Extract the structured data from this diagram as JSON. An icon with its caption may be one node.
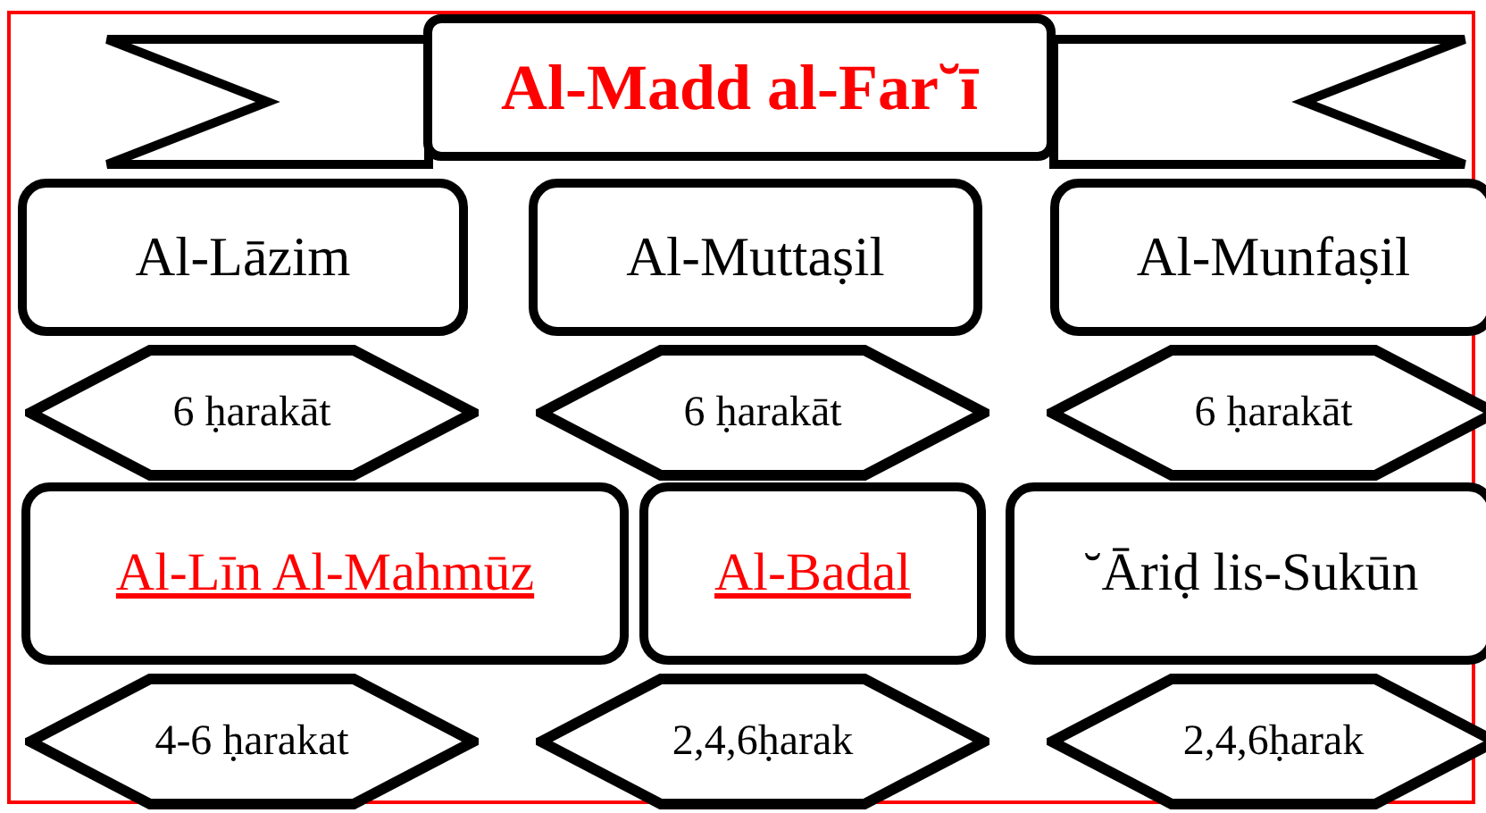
{
  "diagram": {
    "nodes": [
      {
        "text": [
          "Al-Madd al-Far˘ī"
        ]
      },
      {
        "text": [
          "Al-Lāzim"
        ]
      },
      {
        "text": [
          "Al-Muttaṣil"
        ]
      },
      {
        "text": [
          "Al-Munfaṣil"
        ]
      },
      {
        "text": [
          "6 ḥarakāt"
        ]
      },
      {
        "text": [
          "6 ḥarakāt"
        ]
      },
      {
        "text": [
          "6 ḥarakāt"
        ]
      },
      {
        "text": [
          "Al-Līn Al-Mahmūz"
        ]
      },
      {
        "text": [
          "Al-Badal"
        ]
      },
      {
        "text": [
          "˘Āriḍ lis-Sukūn"
        ]
      },
      {
        "text": [
          "4-6 ḥarakat"
        ]
      },
      {
        "text": [
          "2,4,6ḥarak"
        ]
      },
      {
        "text": [
          "2,4,6ḥarak"
        ]
      }
    ]
  }
}
